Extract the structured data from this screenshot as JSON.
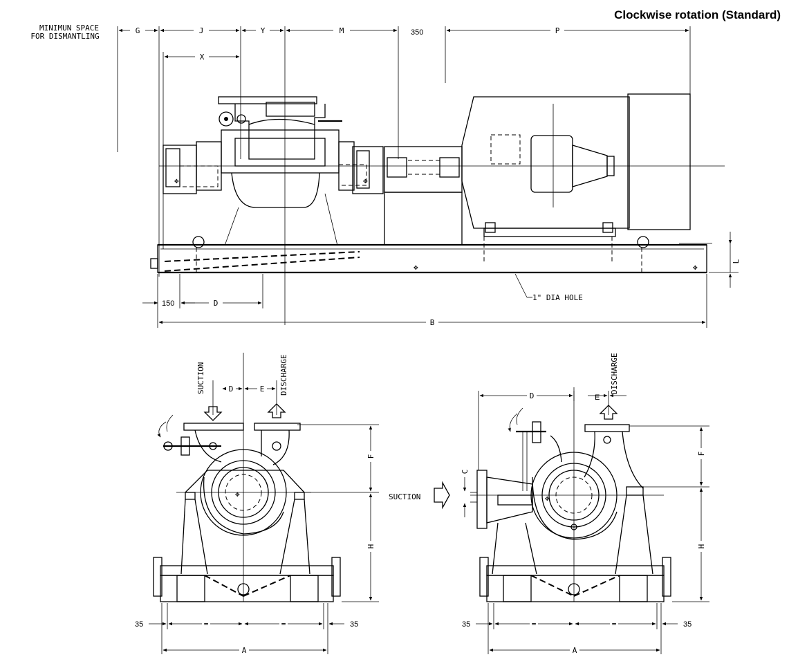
{
  "title": "Clockwise rotation (Standard)",
  "top_view": {
    "min_space_line1": "MINIMUN SPACE",
    "min_space_line2": "FOR DISMANTLING",
    "dim_G": "G",
    "dim_J": "J",
    "dim_Y": "Y",
    "dim_M": "M",
    "dim_350": "350",
    "dim_P": "P",
    "dim_X": "X",
    "dim_L": "L",
    "dim_150": "150",
    "dim_D": "D",
    "hole_note": "1\" DIA HOLE",
    "dim_B": "B"
  },
  "left_view": {
    "suction": "SUCTION",
    "discharge": "DISCHARGE",
    "dim_D": "D",
    "dim_E": "E",
    "dim_F": "F",
    "dim_H": "H",
    "dim_35_left": "35",
    "dim_35_right": "35",
    "eq_left": "=",
    "eq_right": "=",
    "dim_A": "A"
  },
  "right_view": {
    "discharge": "DISCHARGE",
    "suction": "SUCTION",
    "dim_D": "D",
    "dim_E": "E",
    "dim_C": "C",
    "dim_F": "F",
    "dim_H": "H",
    "dim_35_left": "35",
    "dim_35_right": "35",
    "eq_left": "=",
    "eq_right": "=",
    "dim_A": "A"
  }
}
